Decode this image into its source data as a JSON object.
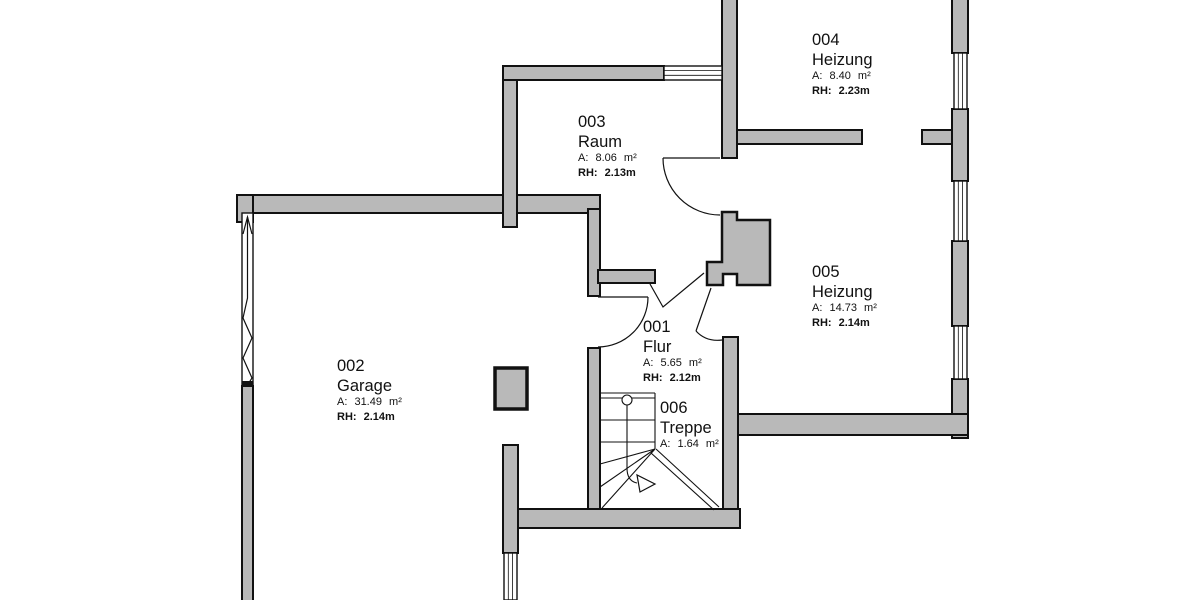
{
  "plan": {
    "type": "floor-plan",
    "colors": {
      "background": "#ffffff",
      "wall_fill": "#b9b9b9",
      "line": "#111111"
    },
    "rooms": [
      {
        "id": "001",
        "name": "Flur",
        "area": "A: 5.65 m²",
        "height": "RH: 2.12m"
      },
      {
        "id": "002",
        "name": "Garage",
        "area": "A: 31.49 m²",
        "height": "RH: 2.14m"
      },
      {
        "id": "003",
        "name": "Raum",
        "area": "A: 8.06 m²",
        "height": "RH: 2.13m"
      },
      {
        "id": "004",
        "name": "Heizung",
        "area": "A: 8.40 m²",
        "height": "RH: 2.23m"
      },
      {
        "id": "005",
        "name": "Heizung",
        "area": "A: 14.73 m²",
        "height": "RH: 2.14m"
      },
      {
        "id": "006",
        "name": "Treppe",
        "area": "A: 1.64 m²"
      }
    ]
  }
}
